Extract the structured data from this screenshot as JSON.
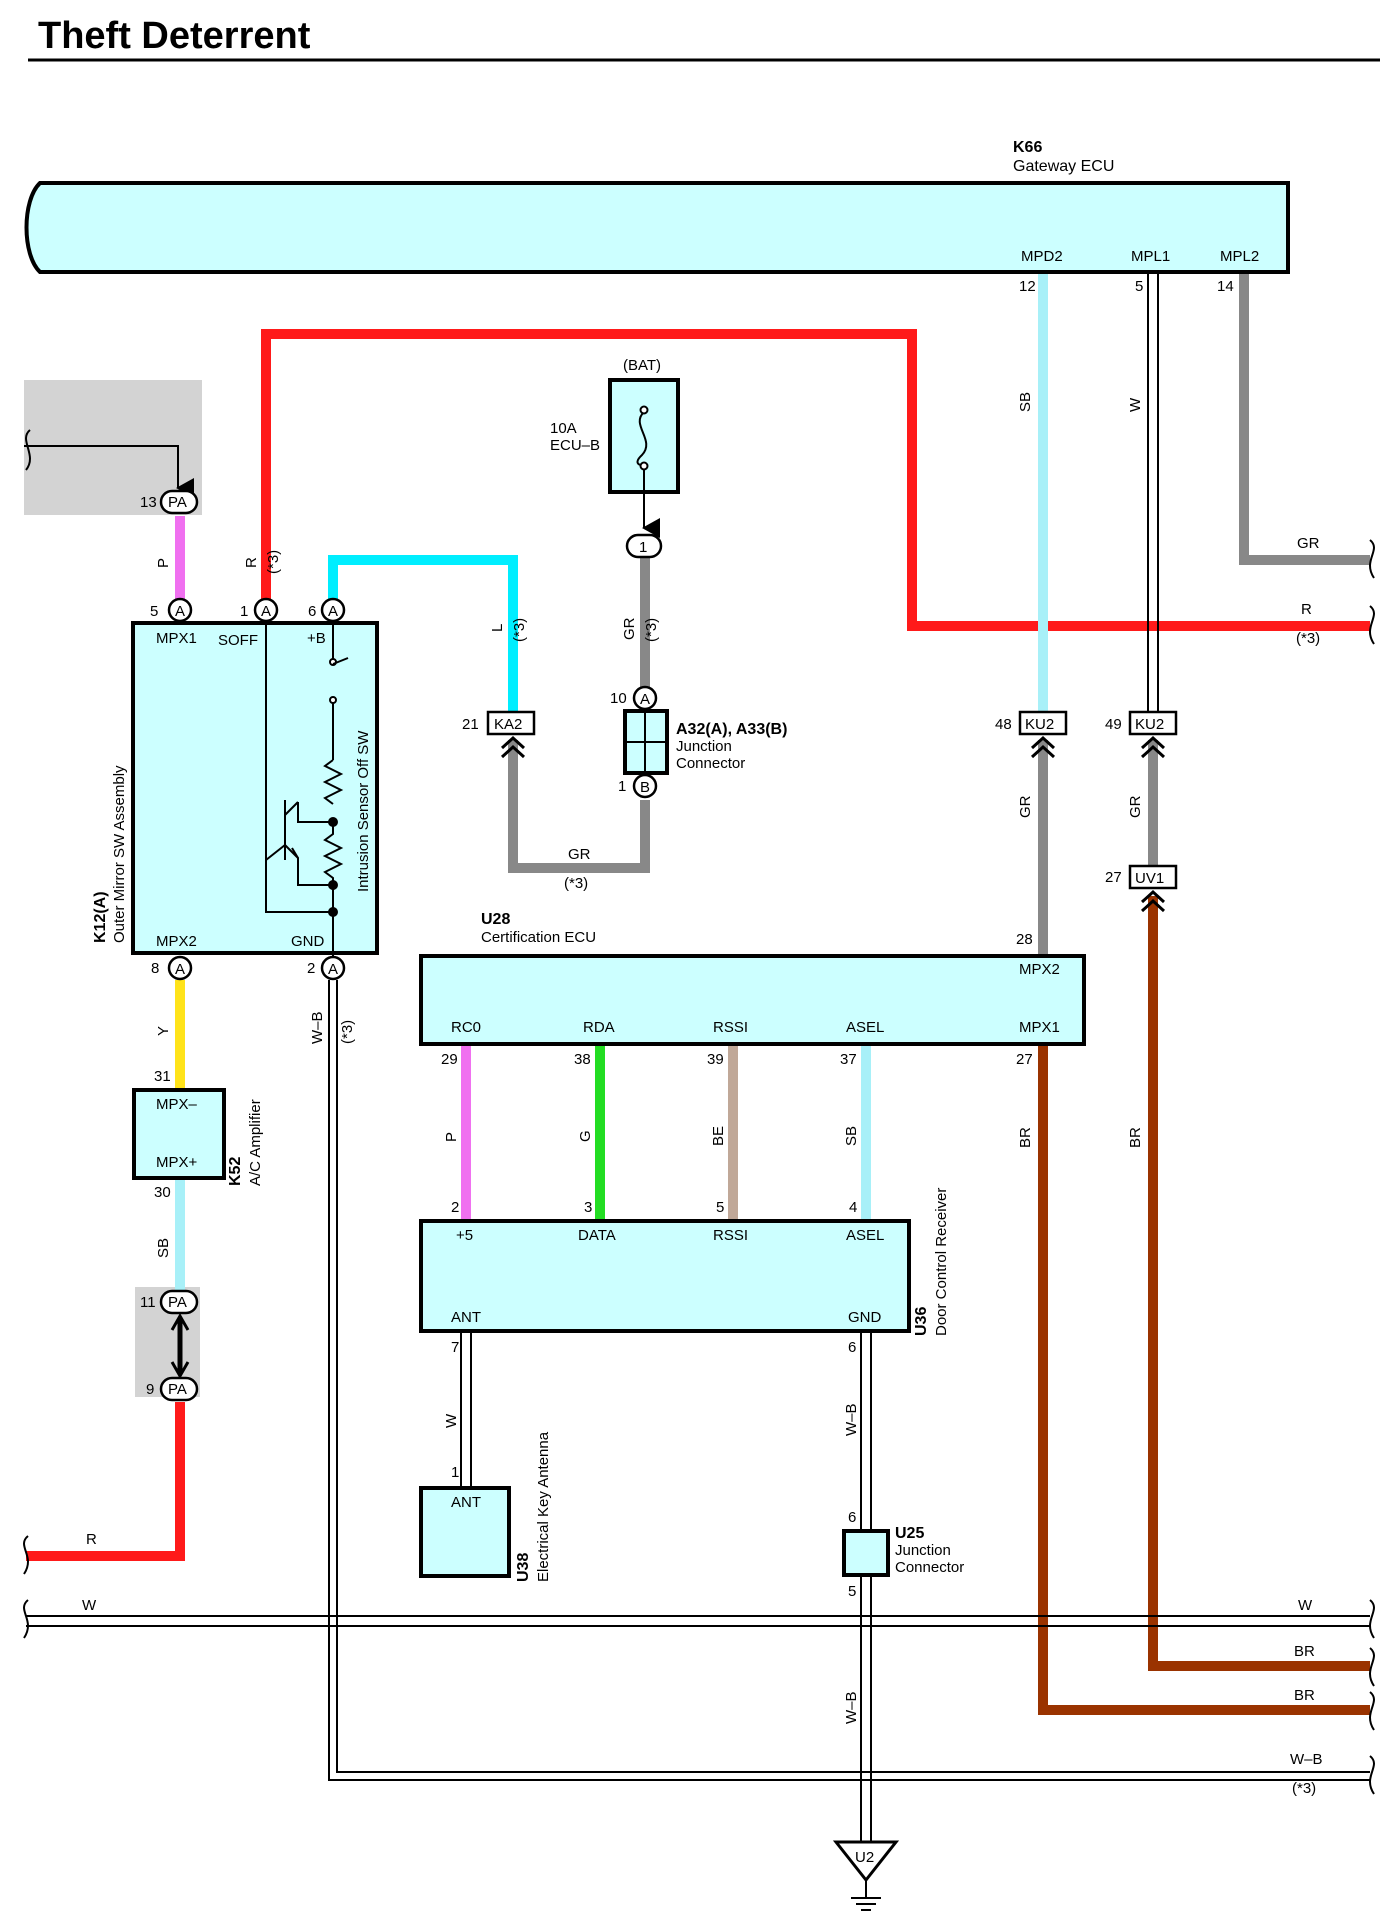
{
  "title": "Theft Deterrent",
  "components": {
    "k66": {
      "id": "K66",
      "name": "Gateway ECU",
      "pins": {
        "mpd2": "MPD2",
        "mpl1": "MPL1",
        "mpl2": "MPL2"
      },
      "pin_numbers": {
        "mpd2": "12",
        "mpl1": "5",
        "mpl2": "14"
      }
    },
    "k12": {
      "id": "K12(A)",
      "name": "Outer Mirror SW Assembly",
      "sub": "Intrusion Sensor Off SW",
      "pins": {
        "mpx1": "MPX1",
        "soff": "SOFF",
        "b": "+B",
        "mpx2": "MPX2",
        "gnd": "GND"
      },
      "pin_numbers": {
        "mpx1": "5",
        "soff": "1",
        "b": "6",
        "mpx2": "8",
        "gnd": "2"
      },
      "connector": "A"
    },
    "fuse": {
      "supply": "(BAT)",
      "rating": "10A",
      "name": "ECU–B",
      "pin": "1"
    },
    "a32": {
      "id": "A32(A), A33(B)",
      "name1": "Junction",
      "name2": "Connector",
      "pin_top": "10",
      "pin_bottom": "1",
      "conn_top": "A",
      "conn_bottom": "B"
    },
    "ka2": {
      "id": "KA2",
      "pin": "21"
    },
    "ku2": {
      "id": "KU2",
      "pin_a": "48",
      "pin_b": "49"
    },
    "uv1": {
      "id": "UV1",
      "pin": "27"
    },
    "u28": {
      "id": "U28",
      "name": "Certification ECU",
      "pins": {
        "mpx2": "MPX2",
        "mpx1": "MPX1",
        "rc0": "RC0",
        "rda": "RDA",
        "rssi": "RSSI",
        "asel": "ASEL"
      },
      "pin_numbers": {
        "mpx2": "28",
        "mpx1": "27",
        "rc0": "29",
        "rda": "38",
        "rssi": "39",
        "asel": "37"
      }
    },
    "k52": {
      "id": "K52",
      "name": "A/C Amplifier",
      "pins": {
        "mpx_minus": "MPX–",
        "mpx_plus": "MPX+"
      },
      "pin_numbers": {
        "mpx_minus": "31",
        "mpx_plus": "30"
      }
    },
    "pa": {
      "id": "PA",
      "pin13": "13",
      "pin11": "11",
      "pin9": "9"
    },
    "u36": {
      "id": "U36",
      "name": "Door Control Receiver",
      "pins": {
        "p5": "+5",
        "data": "DATA",
        "rssi": "RSSI",
        "asel": "ASEL",
        "ant": "ANT",
        "gnd": "GND"
      },
      "pin_numbers": {
        "p5": "2",
        "data": "3",
        "rssi": "5",
        "asel": "4",
        "ant": "7",
        "gnd": "6"
      }
    },
    "u38": {
      "id": "U38",
      "name": "Electrical Key Antenna",
      "pin_label": "ANT",
      "pin": "1"
    },
    "u25": {
      "id": "U25",
      "name1": "Junction",
      "name2": "Connector",
      "pin_top": "6",
      "pin_bottom": "5"
    },
    "u2": {
      "id": "U2"
    }
  },
  "wire_labels": {
    "sb": "SB",
    "w": "W",
    "gr": "GR",
    "r": "R",
    "p": "P",
    "l": "L",
    "y": "Y",
    "wb": "W–B",
    "g": "G",
    "be": "BE",
    "br": "BR",
    "note": "(*3)"
  },
  "colors": {
    "red": "#ff1a1a",
    "gray": "#888888",
    "lightblue": "#a8f0f8",
    "cyan": "#00eeff",
    "pink": "#f070f0",
    "yellow": "#ffe31a",
    "green": "#22dd22",
    "beige": "#c0a898",
    "brown": "#9a3300",
    "box_fill": "#ccffff"
  }
}
